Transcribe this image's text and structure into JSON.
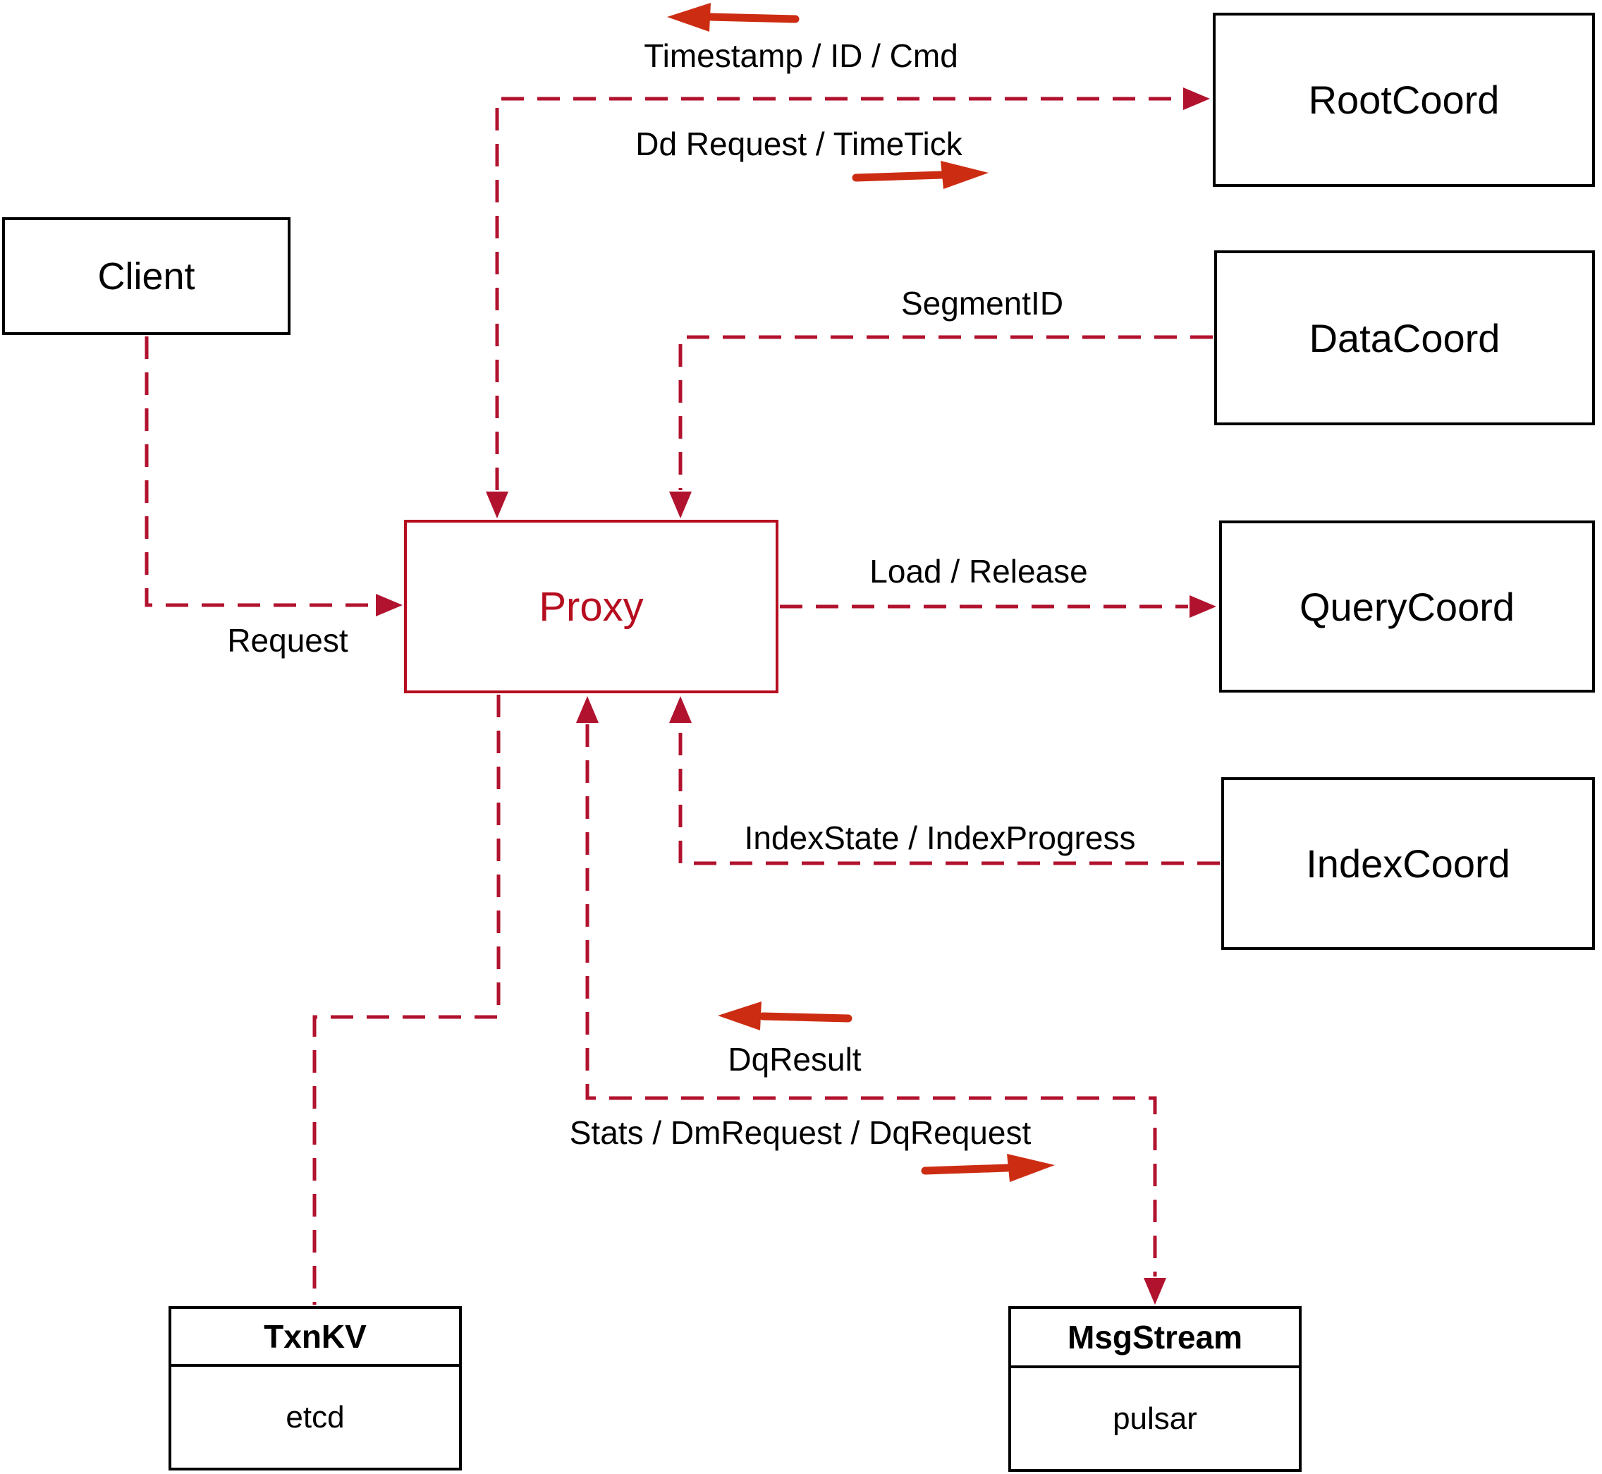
{
  "colors": {
    "background": "#ffffff",
    "dashed_line_red": "#b1122e",
    "solid_arrow_red": "#cc2d12",
    "proxy_red": "#b60d1f",
    "box_border_black": "#000000",
    "label_black": "#000000"
  },
  "nodes": {
    "client": {
      "label": "Client"
    },
    "proxy": {
      "label": "Proxy"
    },
    "root_coord": {
      "label": "RootCoord"
    },
    "data_coord": {
      "label": "DataCoord"
    },
    "query_coord": {
      "label": "QueryCoord"
    },
    "index_coord": {
      "label": "IndexCoord"
    },
    "txn_kv": {
      "title": "TxnKV",
      "subtitle": "etcd"
    },
    "msg_stream": {
      "title": "MsgStream",
      "subtitle": "pulsar"
    }
  },
  "edge_labels": {
    "timestamp_id_cmd": "Timestamp / ID / Cmd",
    "dd_request_timetick": "Dd Request / TimeTick",
    "segment_id": "SegmentID",
    "load_release": "Load / Release",
    "request": "Request",
    "index_state_progress": "IndexState / IndexProgress",
    "dq_result": "DqResult",
    "stats_dm_dq": "Stats / DmRequest / DqRequest"
  }
}
